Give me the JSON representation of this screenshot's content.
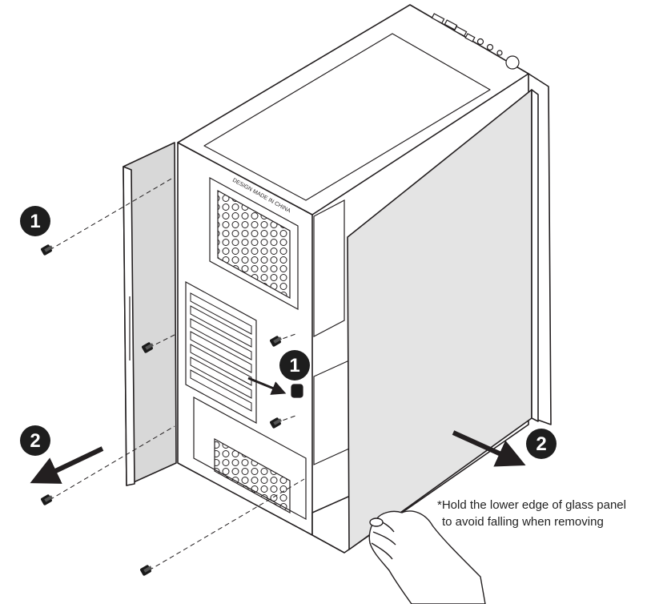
{
  "colors": {
    "line": "#231f20",
    "badge": "#1e1e1e",
    "panel_fill": "#e4e4e4",
    "side_panel_fill": "#d8d8d8",
    "screw": "#1a1a1a"
  },
  "steps": {
    "step1_label": "1",
    "step2_label": "2"
  },
  "case_text": {
    "made_in": "DESIGN MADE IN CHINA"
  },
  "note": {
    "line1": "*Hold the lower edge of glass panel",
    "line2": "to avoid falling when removing"
  },
  "icons": [
    "screw-icon",
    "arrow-icon",
    "step-badge-icon",
    "hand-icon"
  ]
}
